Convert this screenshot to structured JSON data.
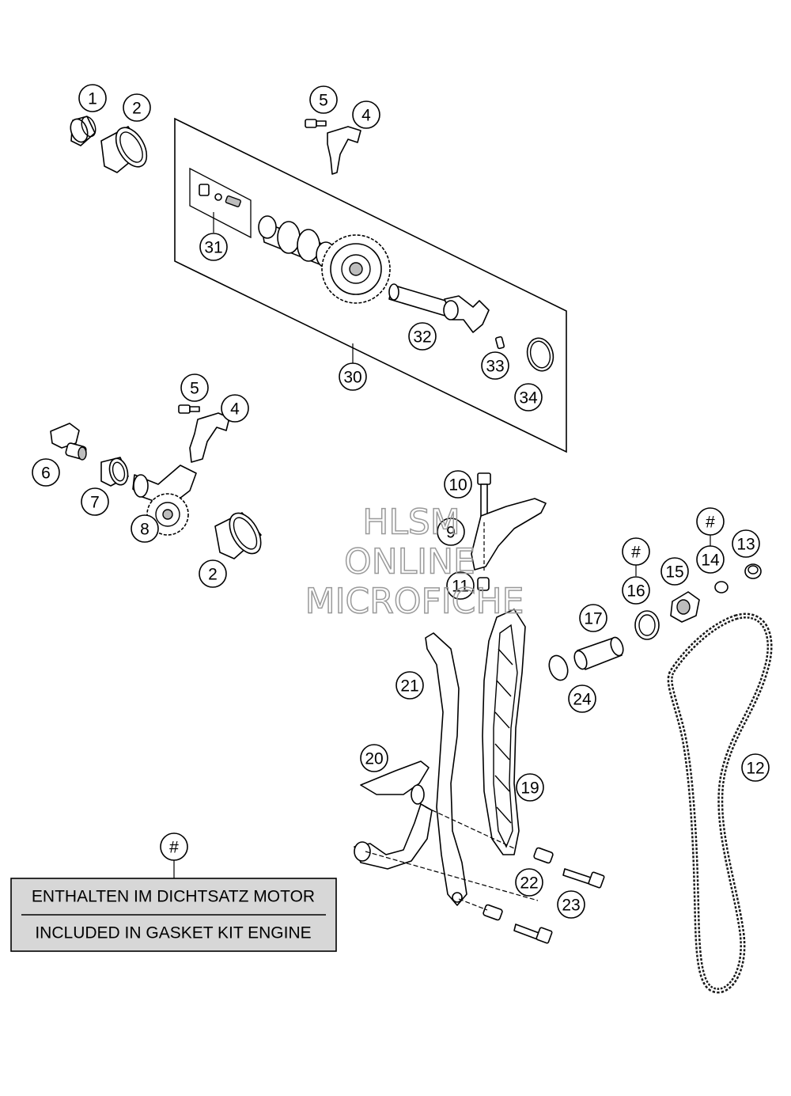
{
  "callouts": [
    {
      "label": "1"
    },
    {
      "label": "2"
    },
    {
      "label": "5"
    },
    {
      "label": "4"
    },
    {
      "label": "31"
    },
    {
      "label": "32"
    },
    {
      "label": "33"
    },
    {
      "label": "34"
    },
    {
      "label": "30"
    },
    {
      "label": "5"
    },
    {
      "label": "4"
    },
    {
      "label": "6"
    },
    {
      "label": "7"
    },
    {
      "label": "8"
    },
    {
      "label": "2"
    },
    {
      "label": "10"
    },
    {
      "label": "9"
    },
    {
      "label": "11"
    },
    {
      "label": "#"
    },
    {
      "label": "13"
    },
    {
      "label": "14"
    },
    {
      "label": "#"
    },
    {
      "label": "15"
    },
    {
      "label": "16"
    },
    {
      "label": "17"
    },
    {
      "label": "24"
    },
    {
      "label": "21"
    },
    {
      "label": "20"
    },
    {
      "label": "19"
    },
    {
      "label": "12"
    },
    {
      "label": "22"
    },
    {
      "label": "23"
    },
    {
      "label": "#"
    }
  ],
  "legend": {
    "line_de": "ENTHALTEN IM DICHTSATZ MOTOR",
    "line_en": "INCLUDED IN GASKET KIT ENGINE"
  },
  "watermark": {
    "line1": "HLSM",
    "line2": "ONLINE",
    "line3": "MICROFICHE"
  }
}
